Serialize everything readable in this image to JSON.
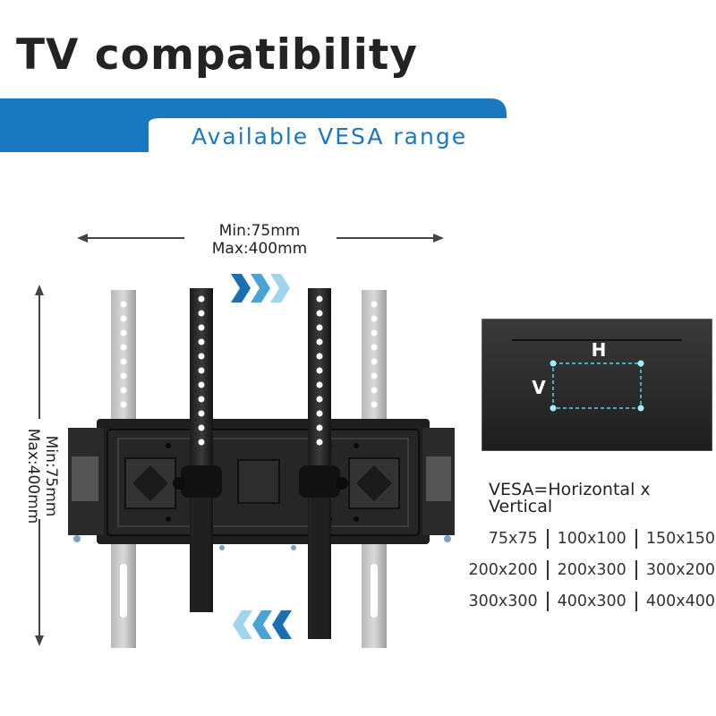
{
  "title": "TV compatibility",
  "banner": {
    "text": "Available VESA range",
    "color": "#1a78c0"
  },
  "dimension_horizontal": {
    "min": "Min:75mm",
    "max": "Max:400mm"
  },
  "dimension_vertical": {
    "min": "Min:75mm",
    "max": "Max:400mm"
  },
  "screen_diagram": {
    "h_label": "H",
    "v_label": "V",
    "accent": "#57d6e8"
  },
  "formula": "VESA=Horizontal x Vertical",
  "sizes": [
    [
      "75x75",
      "100x100",
      "150x150"
    ],
    [
      "200x200",
      "200x300",
      "300x200"
    ],
    [
      "300x300",
      "400x300",
      "400x400"
    ]
  ],
  "colors": {
    "brand_blue": "#1a78c0",
    "arrow_light": "#7fd0e9",
    "arrow_dark": "#1a6fb4"
  }
}
